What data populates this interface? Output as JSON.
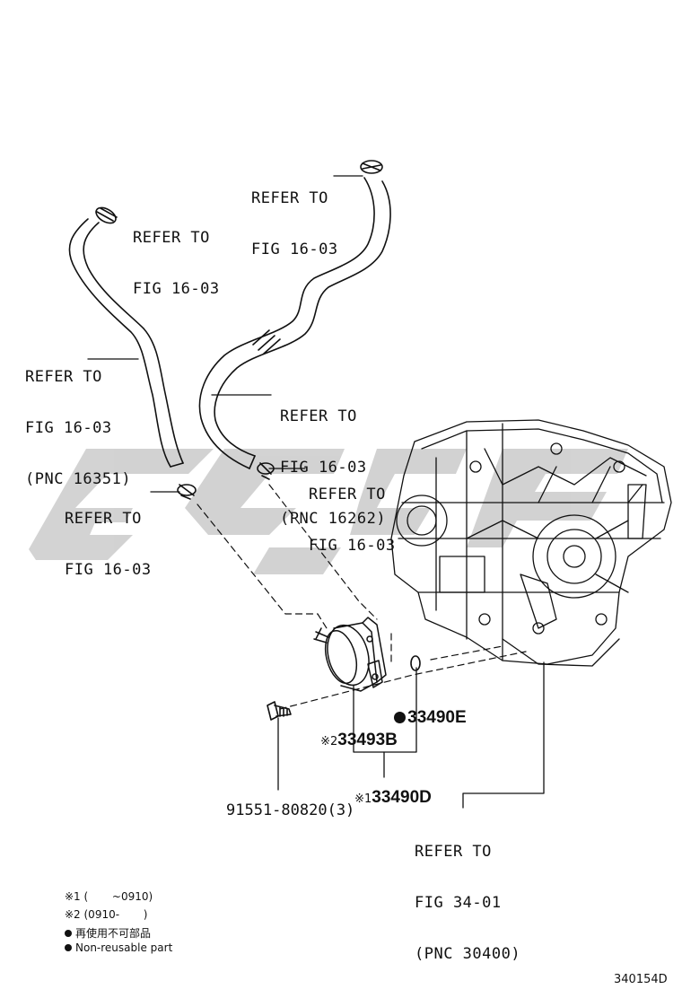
{
  "watermark_color": "#bfbfbf",
  "line_color": "#111111",
  "labels": {
    "refer_top_right": [
      "REFER TO",
      "FIG 16-03"
    ],
    "refer_top_left": [
      "REFER TO",
      "FIG 16-03"
    ],
    "refer_left_hose": [
      "REFER TO",
      "FIG 16-03",
      "(PNC 16351)"
    ],
    "refer_mid_hose": [
      "REFER TO",
      "FIG 16-03",
      "(PNC 16262)"
    ],
    "refer_clamp_mid": [
      "REFER TO",
      "FIG 16-03"
    ],
    "refer_clamp_left": [
      "REFER TO",
      "FIG 16-03"
    ],
    "refer_transaxle": [
      "REFER TO",
      "FIG 34-01",
      "(PNC 30400)"
    ]
  },
  "parts": {
    "p33490E": "33490E",
    "p33493B": "33493B",
    "p33493B_mark": "※2",
    "p33490D": "33490D",
    "p33490D_mark": "※1",
    "p91551": "91551-80820(3)"
  },
  "legend": {
    "note1": "※1 (       ~0910)",
    "note2": "※2 (0910-       )",
    "nonreusable_jp": "再使用不可部品",
    "nonreusable_en": "Non-reusable part"
  },
  "figure_id": "340154D"
}
